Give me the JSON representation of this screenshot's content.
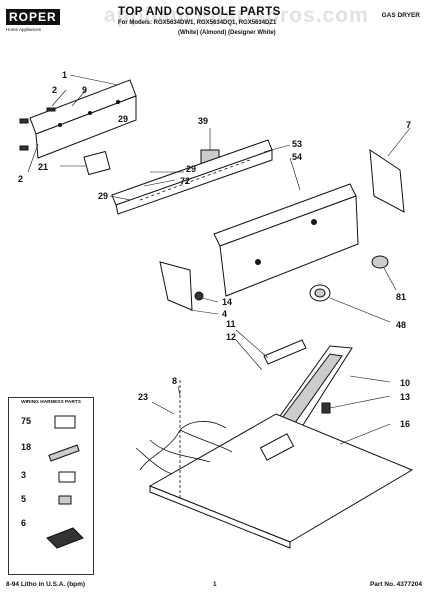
{
  "watermark": "appliancepartspros.com",
  "header": {
    "brand": "ROPER",
    "brand_sub": "Home Appliances",
    "title": "TOP AND CONSOLE PARTS",
    "models": "For Models: RGX5634DW1, RGX5634DQ1, RGX5634DZ1",
    "colors": "(White)     (Almond) (Designer White)",
    "doc_type": "GAS DRYER"
  },
  "callouts": {
    "c1": "1",
    "c2a": "2",
    "c9": "9",
    "c29a": "29",
    "c2b": "2",
    "c21": "21",
    "c39": "39",
    "c29b": "29",
    "c72": "72",
    "c29c": "29",
    "c53": "53",
    "c54": "54",
    "c7": "7",
    "c81": "81",
    "c14": "14",
    "c4": "4",
    "c48": "48",
    "c11": "11",
    "c12": "12",
    "c8": "8",
    "c23": "23",
    "c10": "10",
    "c13": "13",
    "c16": "16"
  },
  "legend": {
    "title": "WIRING HARNESS PARTS",
    "items": [
      "75",
      "18",
      "3",
      "5",
      "6"
    ]
  },
  "footer": {
    "left": "8-94 Litho in U.S.A. (bpm)",
    "page": "1",
    "part_no": "Part No. 4377204"
  }
}
